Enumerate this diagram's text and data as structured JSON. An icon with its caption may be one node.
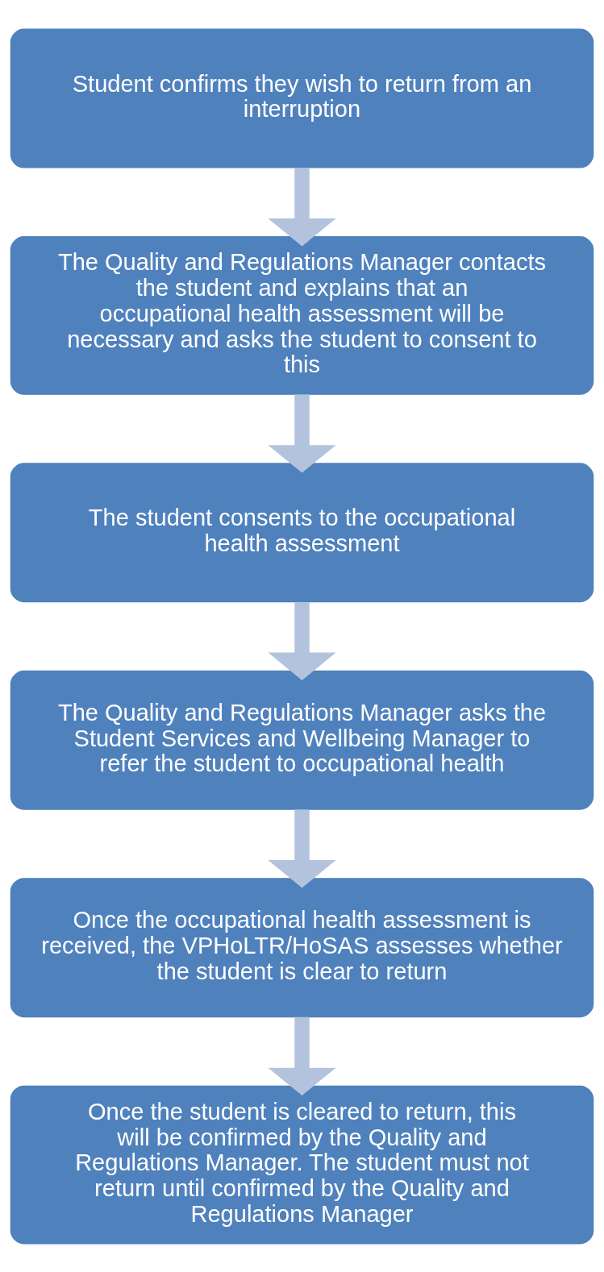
{
  "diagram": {
    "nodes": [
      {
        "text": [
          "Student confirms they wish to return from an interruption"
        ]
      },
      {
        "text": [
          "The Quality and Regulations Manager contacts the student and explains that an occupational health assessment will be necessary and asks the student to consent to this"
        ]
      },
      {
        "text": [
          "The student consents to the occupational health assessment"
        ]
      },
      {
        "text": [
          "The Quality and Regulations Manager asks the Student Services and Wellbeing Manager to refer the student to occupational health"
        ]
      },
      {
        "text": [
          "Once the occupational health assessment is received, the VPHoLTR/HoSAS assesses whether the student is clear to return"
        ]
      },
      {
        "text": [
          "Once the student is cleared to return, this will be confirmed by the Quality and Regulations Manager. The student must not return until confirmed by the Quality and Regulations Manager"
        ]
      }
    ],
    "edges": [
      {
        "from": 0,
        "to": 1,
        "arrow": "to"
      },
      {
        "from": 1,
        "to": 2,
        "arrow": "to"
      },
      {
        "from": 2,
        "to": 3,
        "arrow": "to"
      },
      {
        "from": 3,
        "to": 4,
        "arrow": "to"
      },
      {
        "from": 4,
        "to": 5,
        "arrow": "to"
      }
    ]
  }
}
